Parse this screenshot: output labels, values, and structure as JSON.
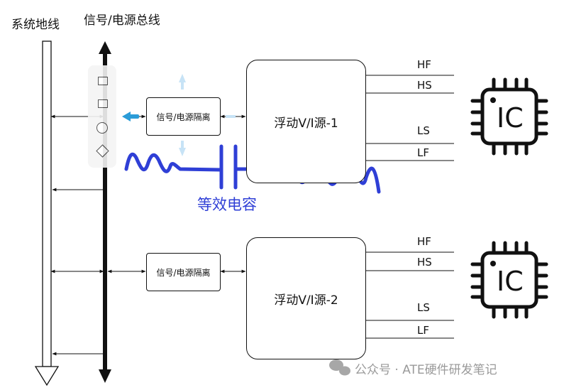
{
  "labels": {
    "ground_bus": "系统地线",
    "signal_bus": "信号/电源总线",
    "cap_label": "等效电容"
  },
  "isolators": [
    {
      "label": "信号/电源隔离"
    },
    {
      "label": "信号/电源隔离"
    }
  ],
  "sources": [
    {
      "label": "浮动V/I源-1"
    },
    {
      "label": "浮动V/I源-2"
    }
  ],
  "wires": [
    "HF",
    "HS",
    "LS",
    "LF"
  ],
  "chips": [
    {
      "label": "IC"
    },
    {
      "label": "IC"
    }
  ],
  "watermark": "公众号 · ATE硬件研发笔记",
  "colors": {
    "handwriting": "#2f3fd6",
    "accent": "#2b9cd8",
    "faint": "#c7e3f6"
  },
  "icons": [
    "square-icon",
    "square-icon",
    "circle-icon",
    "diamond-icon",
    "wechat-icon"
  ]
}
